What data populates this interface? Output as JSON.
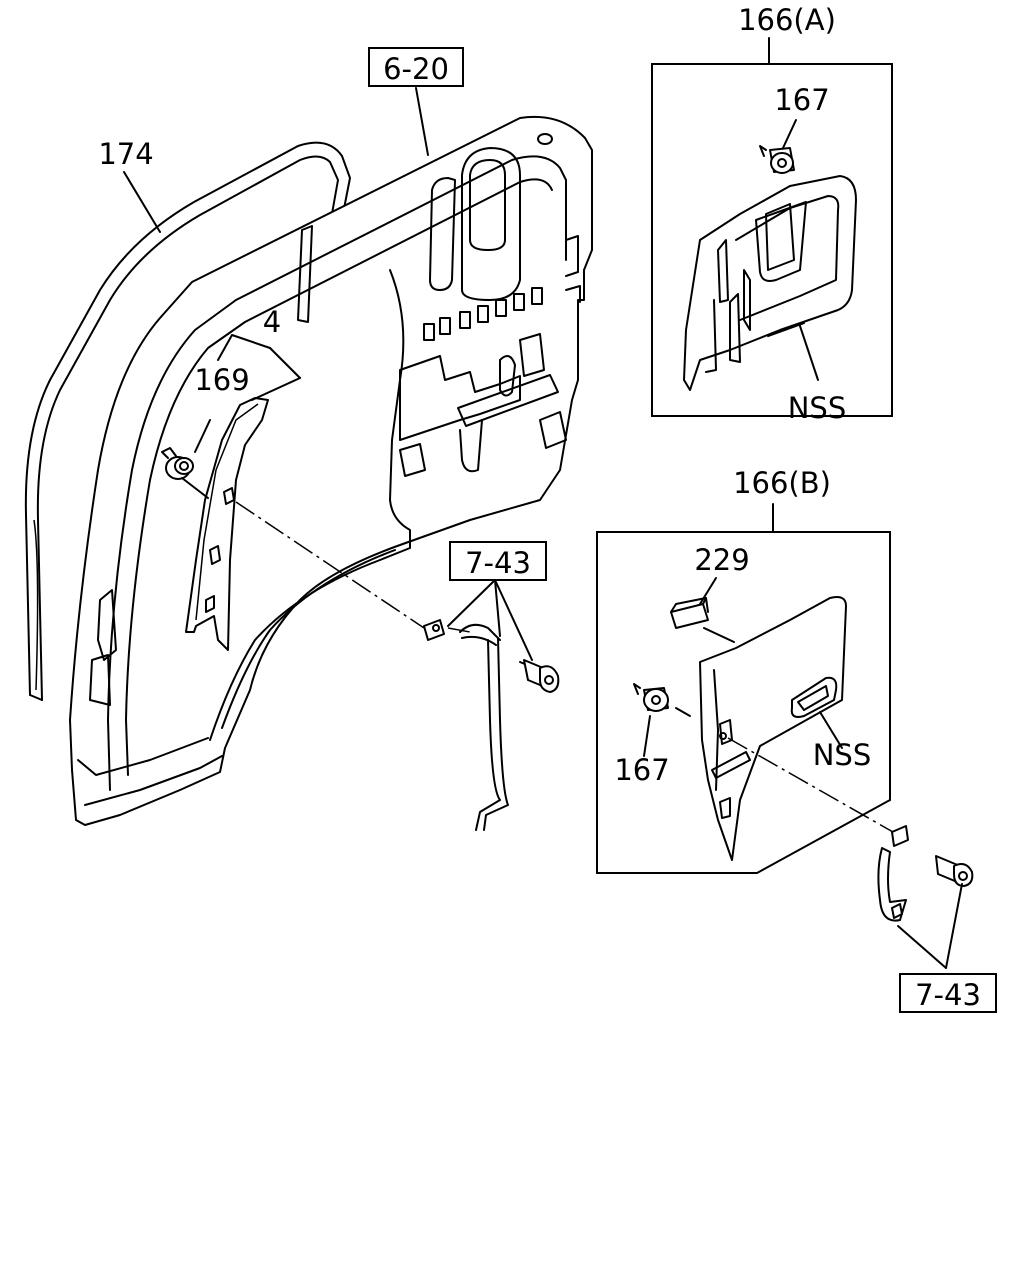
{
  "diagram": {
    "ref_top": "6-20",
    "part_174": "174",
    "part_4": "4",
    "part_169": "169",
    "ref_middle": "7-43",
    "inset_a": {
      "title": "166(A)",
      "part_167": "167",
      "note": "NSS"
    },
    "inset_b": {
      "title": "166(B)",
      "part_229": "229",
      "part_167": "167",
      "note": "NSS"
    },
    "ref_bottom": "7-43"
  }
}
